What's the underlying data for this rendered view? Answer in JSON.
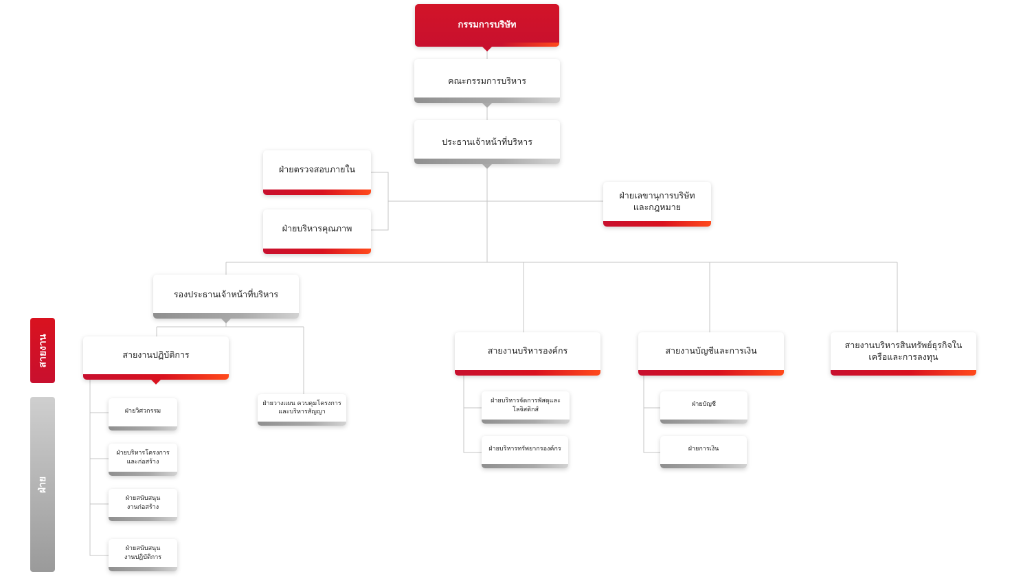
{
  "chart_title": "",
  "colors": {
    "accent_red": "#c8102e",
    "accent_orange": "#ff4a1c",
    "grey": "#a9a9a9",
    "line": "#bdbdbd"
  },
  "legend": {
    "line_level": "สายงาน",
    "department_level": "ฝ่าย"
  },
  "nodes": {
    "board": "กรรมการบริษัท",
    "executive_committee": "คณะกรรมการบริหาร",
    "ceo": "ประธานเจ้าหน้าที่บริหาร",
    "internal_audit": "ฝ่ายตรวจสอบภายใน",
    "quality_management": "ฝ่ายบริหารคุณภาพ",
    "company_secretary_line1": "ฝ่ายเลขานุการบริษัท",
    "company_secretary_line2": "และกฎหมาย",
    "deputy_ceo": "รองประธานเจ้าหน้าที่บริหาร",
    "operations_line": "สายงานปฏิบัติการ",
    "engineering": "ฝ่ายวิศวกรรม",
    "project_mgmt_line1": "ฝ่ายบริหารโครงการ",
    "project_mgmt_line2": "และก่อสร้าง",
    "construction_support_line1": "ฝ่ายสนับสนุน",
    "construction_support_line2": "งานก่อสร้าง",
    "operations_support_line1": "ฝ่ายสนับสนุน",
    "operations_support_line2": "งานปฏิบัติการ",
    "planning_line1": "ฝ่ายวางแผน ควบคุมโครงการ",
    "planning_line2": "และบริหารสัญญา",
    "org_admin_line": "สายงานบริหารองค์กร",
    "procurement_line1": "ฝ่ายบริหารจัดการพัสดุและ",
    "procurement_line2": "โลจิสติกส์",
    "hr": "ฝ่ายบริหารทรัพยากรองค์กร",
    "finance_line": "สายงานบัญชีและการเงิน",
    "accounting": "ฝ่ายบัญชี",
    "finance": "ฝ่ายการเงิน",
    "asset_line1": "สายงานบริหารสินทรัพย์ธุรกิจใน",
    "asset_line2": "เครือและการลงทุน"
  }
}
